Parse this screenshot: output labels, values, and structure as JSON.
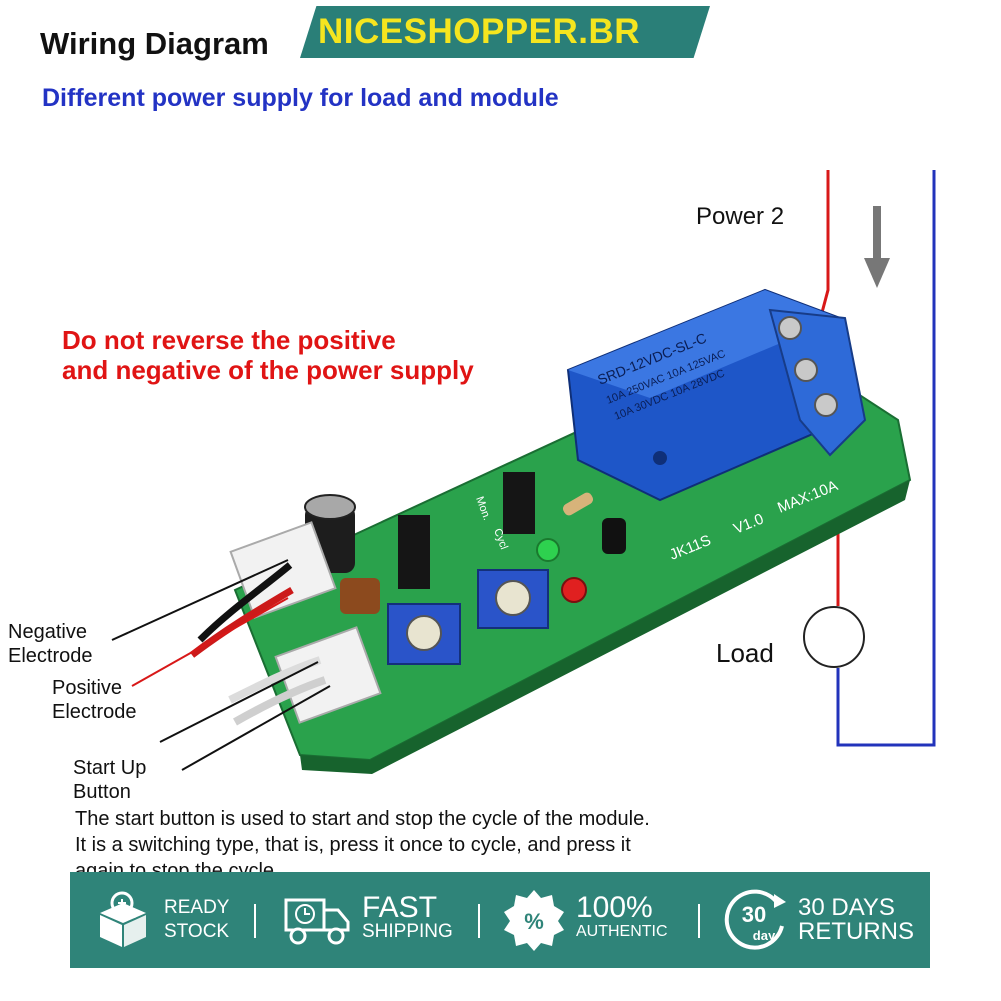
{
  "header": {
    "title": "Wiring Diagram",
    "shop": "NICESHOPPER.BR",
    "subtitle": "Different power supply for load and module"
  },
  "warning": {
    "line1": "Do not reverse the positive",
    "line2": "and negative of the power supply"
  },
  "labels": {
    "power2": "Power 2",
    "load": "Load",
    "negative": [
      "Negative",
      "Electrode"
    ],
    "positive": [
      "Positive",
      "Electrode"
    ],
    "startup": [
      "Start Up",
      "Button"
    ]
  },
  "board": {
    "relay_text": [
      "SRD-12VDC-SL-C",
      "10A 250VAC 10A 125VAC",
      "10A 30VDC 10A 28VDC"
    ],
    "model": "JK11S",
    "version": "V1.0",
    "max": "MAX:10A",
    "mode_labels": [
      "Mon.",
      "Cycl"
    ],
    "board_color": "#27a64a",
    "relay_color": "#1e56c8"
  },
  "description": {
    "line1": "The start button is used to start and stop the cycle of the module.",
    "line2": "It is a switching type, that is, press it once to cycle, and press it",
    "line3": "again to stop the cycle."
  },
  "footer": {
    "items": [
      {
        "icon": "box-icon",
        "line1": "READY",
        "line2": "STOCK"
      },
      {
        "icon": "truck-icon",
        "line1": "FAST",
        "line2": "SHIPPING"
      },
      {
        "icon": "percent-badge-icon",
        "line1": "100%",
        "line2": "AUTHENTIC"
      },
      {
        "icon": "thirty-day-icon",
        "badge": "30",
        "badge_sub": "day",
        "line1": "30 DAYS",
        "line2": "RETURNS"
      }
    ]
  },
  "colors": {
    "banner": "#2a7f78",
    "banner_text": "#f5e51f",
    "subtitle": "#2333c4",
    "warning": "#e01414",
    "wire_red": "#d81818",
    "wire_blue": "#2233bb",
    "footer": "#2f8479"
  }
}
